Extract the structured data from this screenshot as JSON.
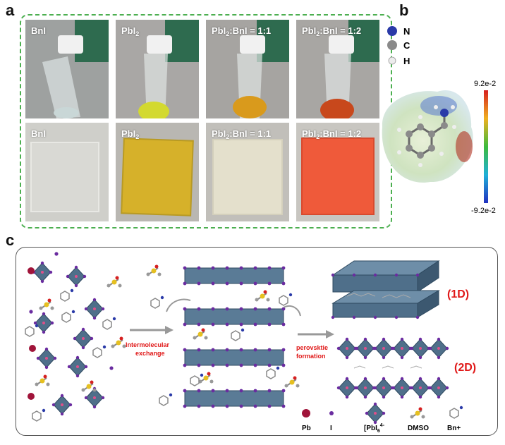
{
  "panels": {
    "a": "a",
    "b": "b",
    "c": "c"
  },
  "panel_a": {
    "top_row": [
      "BnI",
      "PbI2",
      "PbI2:BnI = 1:1",
      "PbI2:BnI = 1:2"
    ],
    "bottom_row": [
      "BnI",
      "PbI2",
      "PbI2:BnI = 1:1",
      "PbI2:BnI = 1:2"
    ],
    "film_colors": [
      "#d9d9d4",
      "#d6b12a",
      "#e4e0cc",
      "#ef5a3a"
    ],
    "solution_colors": [
      "#c9d7d7",
      "#d3d930",
      "#d99a1c",
      "#c8481c"
    ]
  },
  "panel_b": {
    "legend": [
      {
        "label": "N",
        "color": "#2a3aa8"
      },
      {
        "label": "C",
        "color": "#8a8a8a"
      },
      {
        "label": "H",
        "color": "#e8e8e8"
      }
    ],
    "colorbar_max": "9.2e-2",
    "colorbar_min": "-9.2e-2"
  },
  "panel_c": {
    "arrow1_label_line1": "Intermolecular",
    "arrow1_label_line2": "exchange",
    "arrow2_label_line1": "perovsktie",
    "arrow2_label_line2": "formation",
    "label_1d": "(1D)",
    "label_2d": "(2D)",
    "legend": {
      "pb": "Pb",
      "i": "I",
      "pbi6": "[PbI6]4-",
      "dmso": "DMSO",
      "bn": "Bn+"
    },
    "colors": {
      "octahedron": "#4f6f8a",
      "iodine": "#6a2ca0",
      "lead": "#a0143a",
      "label_red": "#e01818"
    }
  }
}
